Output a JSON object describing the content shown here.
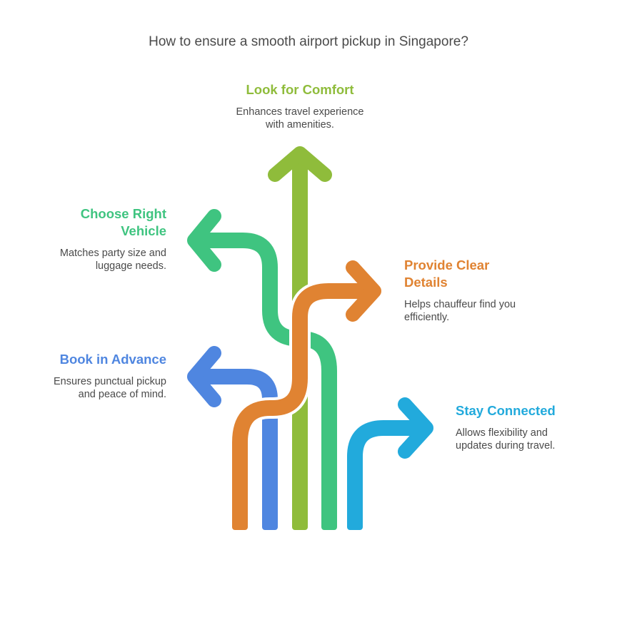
{
  "title": "How to ensure a smooth airport pickup in Singapore?",
  "colors": {
    "comfort": "#8FBC3B",
    "vehicle": "#3FC480",
    "details": "#E08332",
    "advance": "#4F86E0",
    "connected": "#22AADC",
    "text": "#4a4a4a"
  },
  "steps": {
    "comfort": {
      "title": "Look for Comfort",
      "desc_line1": "Enhances travel experience",
      "desc_line2": "with amenities."
    },
    "vehicle": {
      "title_line1": "Choose Right",
      "title_line2": "Vehicle",
      "desc_line1": "Matches party size and",
      "desc_line2": "luggage needs."
    },
    "details": {
      "title_line1": "Provide Clear",
      "title_line2": "Details",
      "desc_line1": "Helps chauffeur find you",
      "desc_line2": "efficiently."
    },
    "advance": {
      "title": "Book in Advance",
      "desc_line1": "Ensures punctual pickup",
      "desc_line2": "and peace of mind."
    },
    "connected": {
      "title": "Stay Connected",
      "desc_line1": "Allows flexibility and",
      "desc_line2": "updates during travel."
    }
  }
}
